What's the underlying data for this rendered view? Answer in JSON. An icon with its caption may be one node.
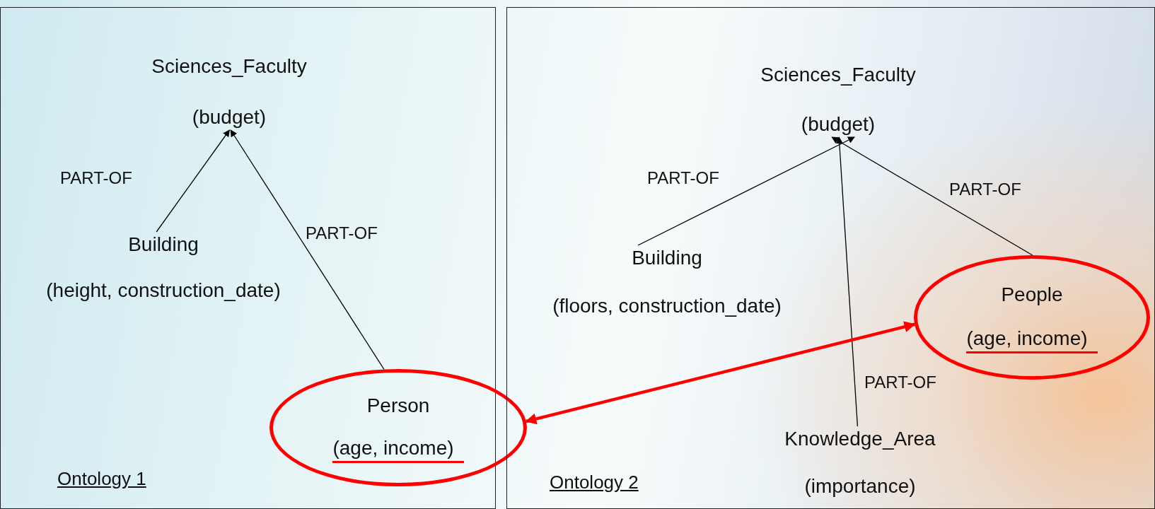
{
  "diagram": {
    "nodes": [
      {
        "text": [
          "Ontology 1"
        ]
      },
      {
        "text": [
          "Sciences_Faculty",
          "(budget)"
        ],
        "in": 0
      },
      {
        "text": [
          "Building",
          "(height, construction_date)"
        ],
        "in": 0
      },
      {
        "text": [
          "Person",
          "(age, income)"
        ],
        "in": 0
      },
      {
        "text": [
          "Ontology 2"
        ]
      },
      {
        "text": [
          "Sciences_Faculty",
          "(budget)"
        ],
        "in": 4
      },
      {
        "text": [
          "Building",
          "(floors, construction_date)"
        ],
        "in": 4
      },
      {
        "text": [
          "People",
          "(age, income)"
        ],
        "in": 4
      },
      {
        "text": [
          "Knowledge_Area",
          "(importance)"
        ],
        "in": 4
      }
    ],
    "edges": [
      {
        "from": 2,
        "to": 1,
        "arrow": "to",
        "label": "PART-OF"
      },
      {
        "from": 3,
        "to": 1,
        "arrow": "to",
        "label": "PART-OF"
      },
      {
        "from": 6,
        "to": 5,
        "arrow": "to",
        "label": "PART-OF"
      },
      {
        "from": 8,
        "to": 5,
        "arrow": "to",
        "label": "PART-OF"
      },
      {
        "from": 7,
        "to": 5,
        "arrow": "to",
        "label": "PART-OF"
      },
      {
        "from": 3,
        "to": 7,
        "arrow": "both",
        "style": "thick",
        "color": "#ff0000"
      }
    ]
  }
}
